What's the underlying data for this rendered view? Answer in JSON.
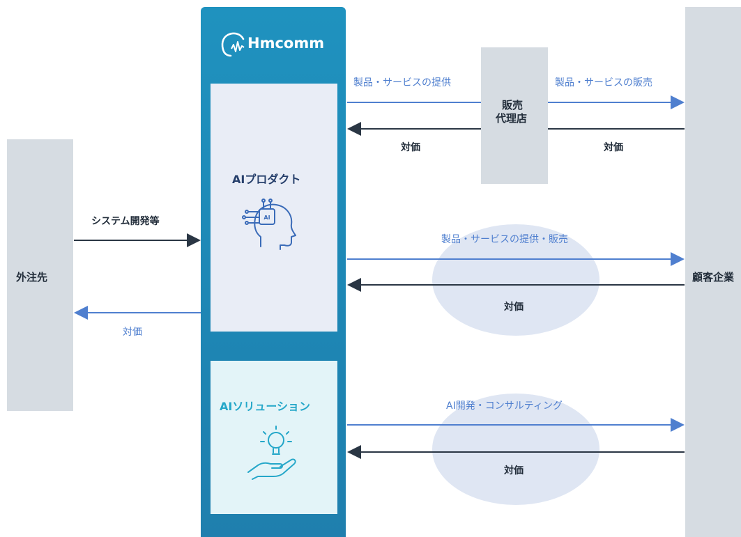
{
  "colors": {
    "blue_arrow": "#4f7fcf",
    "dark_arrow": "#2a3644",
    "panel": "#1f8bb8",
    "gray_box": "#d6dce2",
    "solution_text": "#25a7c9"
  },
  "brand": {
    "logo_text": "Hmcomm",
    "logo_icon": "head-waveform-icon"
  },
  "outsource": {
    "label": "外注先"
  },
  "customer": {
    "label": "顧客企業"
  },
  "agency": {
    "line1": "販売",
    "line2": "代理店"
  },
  "ai_product": {
    "label": "AIプロダクト",
    "icon": "ai-head-icon"
  },
  "ai_solution": {
    "label": "AIソリューション",
    "icon": "lightbulb-hand-icon"
  },
  "flows": {
    "outsource_in": "システム開発等",
    "outsource_pay": "対価",
    "agency_in": "製品・サービスの提供",
    "agency_in_pay": "対価",
    "agency_out": "製品・サービスの販売",
    "agency_out_pay": "対価",
    "direct": "製品・サービスの提供・販売",
    "direct_pay": "対価",
    "solution": "AI開発・コンサルティング",
    "solution_pay": "対価"
  }
}
